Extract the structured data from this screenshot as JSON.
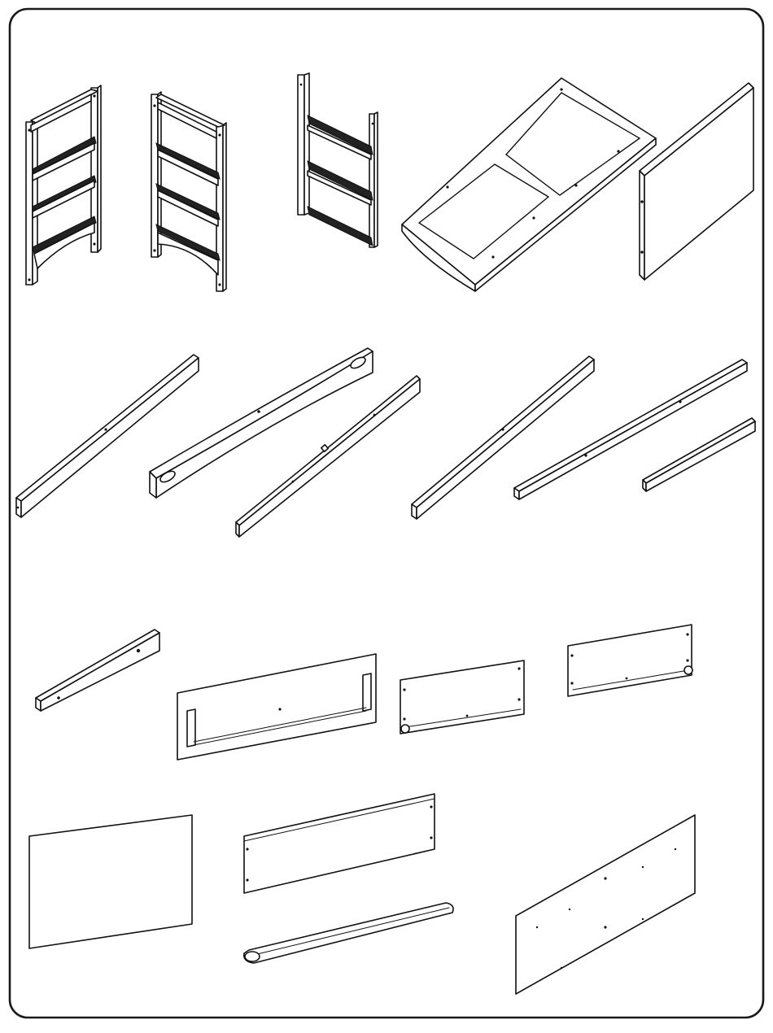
{
  "sheet": {
    "border_color": "#1a1a1a",
    "line_color": "#111111",
    "background": "#ffffff"
  },
  "groups": [
    {
      "id": "row-1",
      "parts": [
        "end-frame-ladder-a",
        "end-frame-ladder-b",
        "ladder-uprights",
        "glass-panel-frame",
        "flat-side-panel"
      ]
    },
    {
      "id": "row-2",
      "parts": [
        "long-rail-a",
        "curved-rail-with-handles",
        "long-rail-b",
        "long-rail-c",
        "long-rail-d",
        "short-rail"
      ]
    },
    {
      "id": "row-3",
      "parts": [
        "short-bracket-rail",
        "large-board-with-brackets",
        "medium-board-with-roller",
        "medium-board-with-roller-b"
      ]
    },
    {
      "id": "row-4",
      "parts": [
        "thin-backing-panel",
        "plain-board",
        "round-rail",
        "perforated-back-panel"
      ]
    }
  ]
}
